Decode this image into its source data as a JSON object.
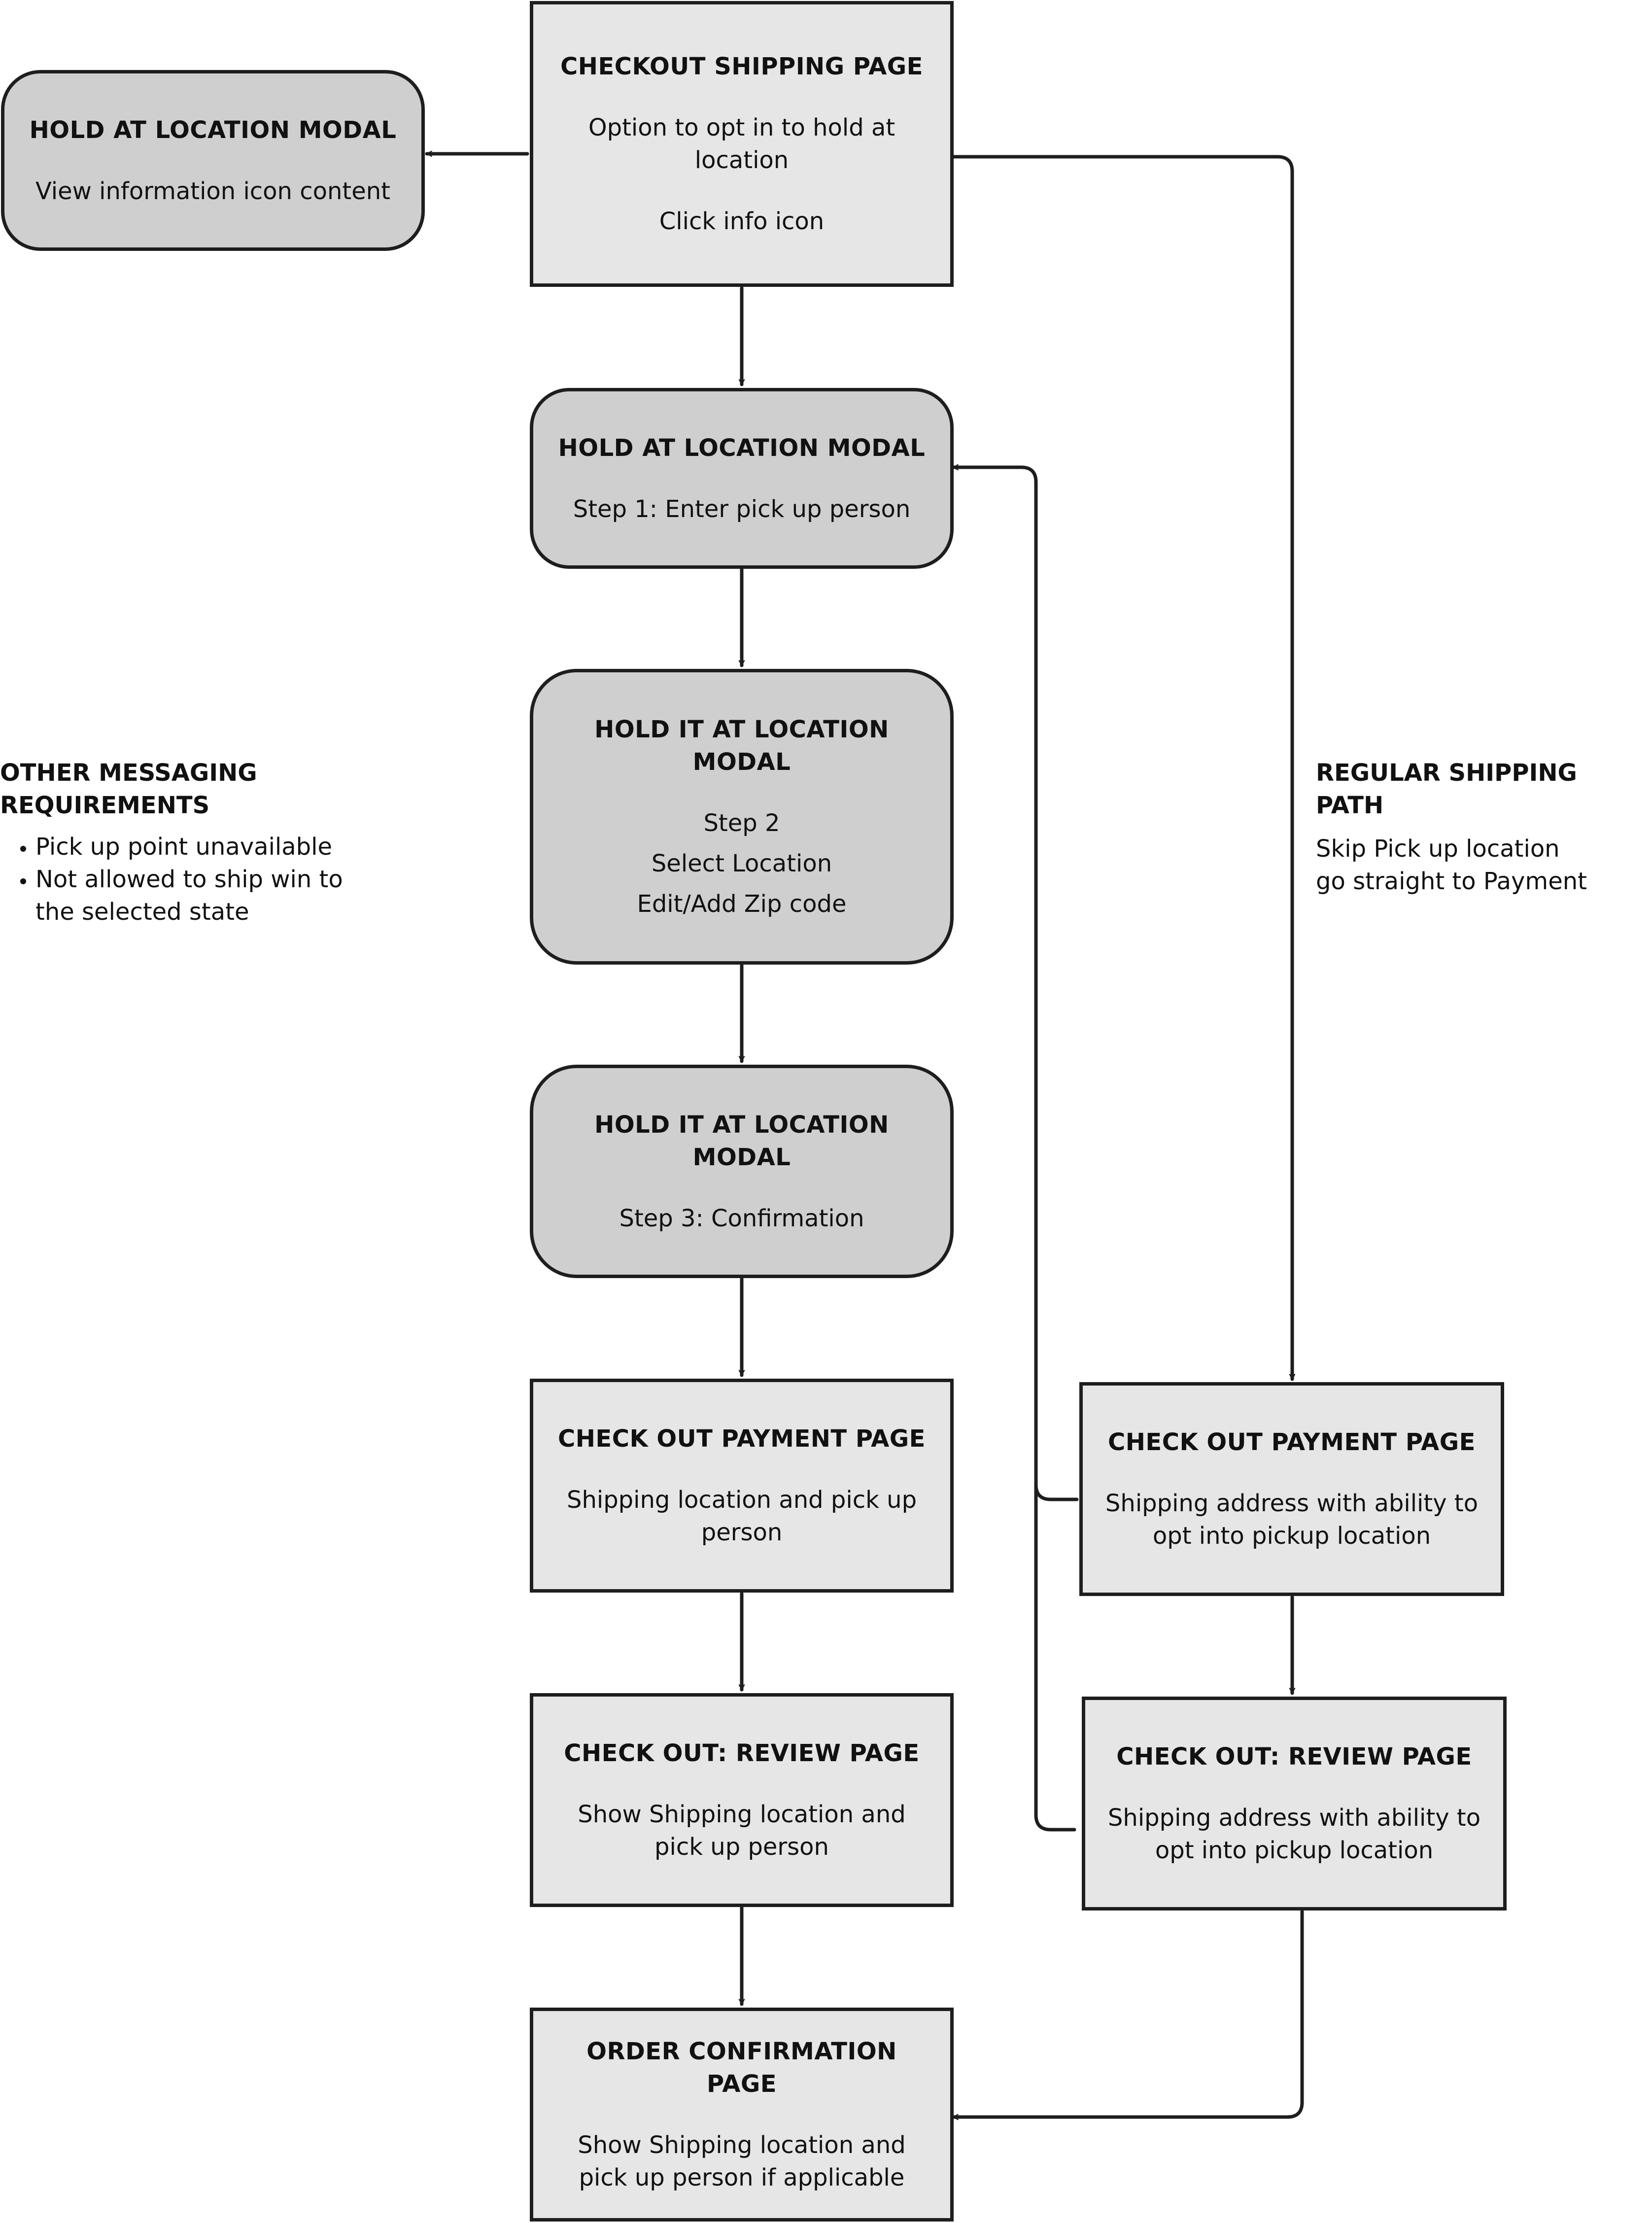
{
  "nodes": {
    "checkout_shipping": {
      "title": "CHECKOUT SHIPPING PAGE",
      "lines": [
        "Option to opt in to hold at",
        "location",
        "Click info icon"
      ]
    },
    "hold_modal_info": {
      "title": "HOLD AT LOCATION MODAL",
      "lines": [
        "View information icon content"
      ]
    },
    "hold_modal_step1": {
      "title": "HOLD AT LOCATION MODAL",
      "lines": [
        "Step 1: Enter pick up person"
      ]
    },
    "hold_modal_step2": {
      "title_lines": [
        "HOLD IT AT LOCATION",
        "MODAL"
      ],
      "lines": [
        "Step 2",
        "Select Location",
        "Edit/Add Zip code"
      ]
    },
    "hold_modal_step3": {
      "title_lines": [
        "HOLD IT AT LOCATION",
        "MODAL"
      ],
      "lines": [
        "Step 3: Confirmation"
      ]
    },
    "payment_hold": {
      "title": "CHECK OUT PAYMENT PAGE",
      "lines": [
        "Shipping location and pick up",
        "person"
      ]
    },
    "payment_regular": {
      "title": "CHECK OUT PAYMENT PAGE",
      "lines": [
        "Shipping address with ability to",
        "opt into pickup location"
      ]
    },
    "review_hold": {
      "title": "CHECK OUT: REVIEW PAGE",
      "lines": [
        "Show Shipping location and",
        "pick up person"
      ]
    },
    "review_regular": {
      "title": "CHECK OUT: REVIEW PAGE",
      "lines": [
        "Shipping address with ability to",
        "opt into pickup location"
      ]
    },
    "order_confirmation": {
      "title": "ORDER CONFIRMATION PAGE",
      "lines": [
        "Show Shipping location and",
        "pick up person if applicable"
      ]
    }
  },
  "notes": {
    "other_messaging": {
      "title": "OTHER MESSAGING REQUIREMENTS",
      "items": [
        "Pick up point unavailable",
        "Not allowed to ship win to the selected state"
      ]
    },
    "regular_shipping": {
      "title": "REGULAR SHIPPING PATH",
      "lines": [
        "Skip Pick up location",
        "go straight to Payment"
      ]
    }
  },
  "colors": {
    "page_fill": "#e6e6e6",
    "modal_fill": "#cfcfcf",
    "stroke": "#1e1e1e"
  }
}
